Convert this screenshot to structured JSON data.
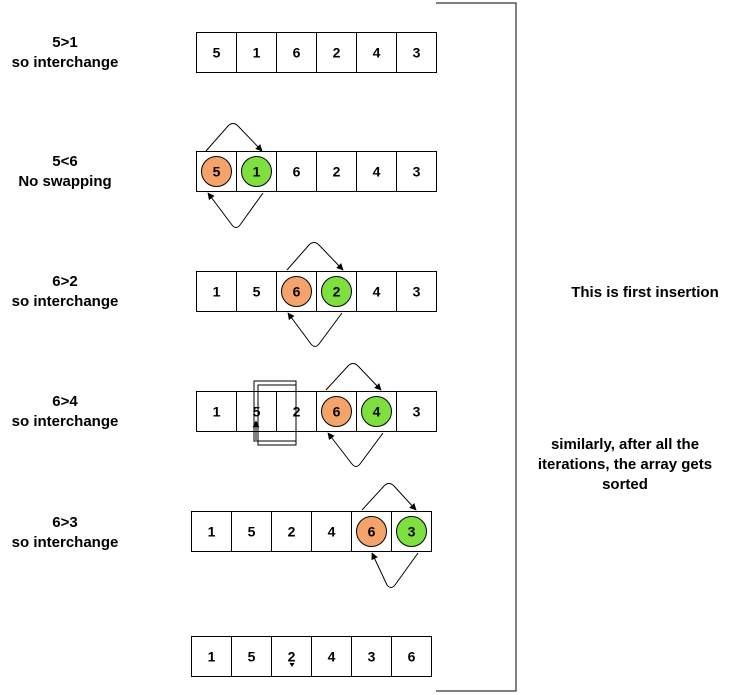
{
  "steps": [
    {
      "line1": "5>1",
      "line2": "so interchange",
      "array": [
        "5",
        "1",
        "6",
        "2",
        "4",
        "3"
      ],
      "orange_index": null,
      "green_index": null
    },
    {
      "line1": "5<6",
      "line2": "No swapping",
      "array": [
        "5",
        "1",
        "6",
        "2",
        "4",
        "3"
      ],
      "orange_index": 0,
      "green_index": 1
    },
    {
      "line1": "6>2",
      "line2": "so interchange",
      "array": [
        "1",
        "5",
        "6",
        "2",
        "4",
        "3"
      ],
      "orange_index": 2,
      "green_index": 3
    },
    {
      "line1": "6>4",
      "line2": "so interchange",
      "array": [
        "1",
        "5",
        "2",
        "6",
        "4",
        "3"
      ],
      "orange_index": 3,
      "green_index": 4
    },
    {
      "line1": "6>3",
      "line2": "so interchange",
      "array": [
        "1",
        "5",
        "2",
        "4",
        "6",
        "3"
      ],
      "orange_index": 4,
      "green_index": 5
    }
  ],
  "final_array": [
    "1",
    "5",
    "2",
    "4",
    "3",
    "6"
  ],
  "brace_note": "This is first insertion",
  "summary_note": "similarly, after all the iterations, the array gets sorted",
  "colors": {
    "orange": "#f4a46a",
    "green": "#7ee03f",
    "stroke": "#000000"
  }
}
